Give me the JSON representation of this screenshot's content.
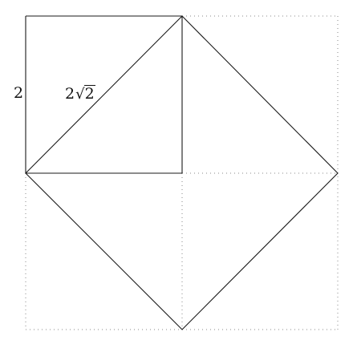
{
  "labels": {
    "side": "2",
    "diagonal_coefficient": "2",
    "diagonal_radical": "√",
    "diagonal_radicand": "2"
  }
}
